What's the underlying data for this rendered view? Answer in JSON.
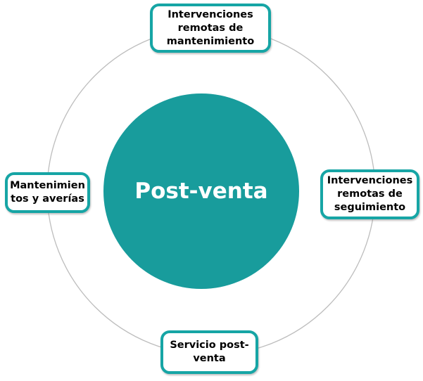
{
  "diagram": {
    "title": "Post-venta cycle diagram",
    "center": {
      "label": "Post-venta"
    },
    "nodes": {
      "top": {
        "label": "Intervenciones remotas de mantenimiento",
        "lines": [
          "Intervenciones",
          "remotas de",
          "mantenimiento"
        ]
      },
      "right": {
        "label": "Intervenciones remotas de seguimiento",
        "lines": [
          "Intervenciones",
          "remotas de",
          "seguimiento"
        ]
      },
      "left": {
        "label": "Mantenimientos y averías",
        "lines": [
          "Mantenimien",
          "tos y averías"
        ]
      },
      "bottom": {
        "label": "Servicio post-venta",
        "lines": [
          "Servicio post-",
          "venta"
        ]
      }
    },
    "colors": {
      "center_fill": "#189C9C",
      "center_text": "#FFFFFF",
      "box_border": "#16A5A5",
      "box_fill": "#FFFFFF",
      "box_text": "#000000",
      "ring_stroke": "#BDBDBD"
    }
  }
}
